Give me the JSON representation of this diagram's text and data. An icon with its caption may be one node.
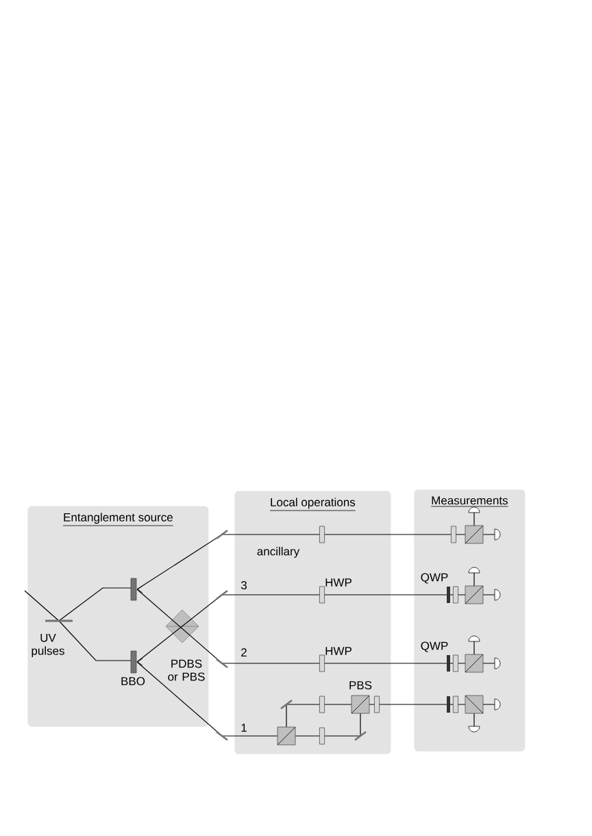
{
  "diagram": {
    "nodes": [
      {
        "text": [
          "Entanglement source"
        ]
      },
      {
        "text": [
          "Local operations"
        ]
      },
      {
        "text": [
          "Measurements"
        ]
      }
    ],
    "labels": [
      "UV pulses",
      "BBO",
      "PDBS or PBS",
      "ancillary",
      "3",
      "HWP",
      "2",
      "HWP",
      "PBS",
      "1",
      "QWP",
      "QWP"
    ]
  }
}
